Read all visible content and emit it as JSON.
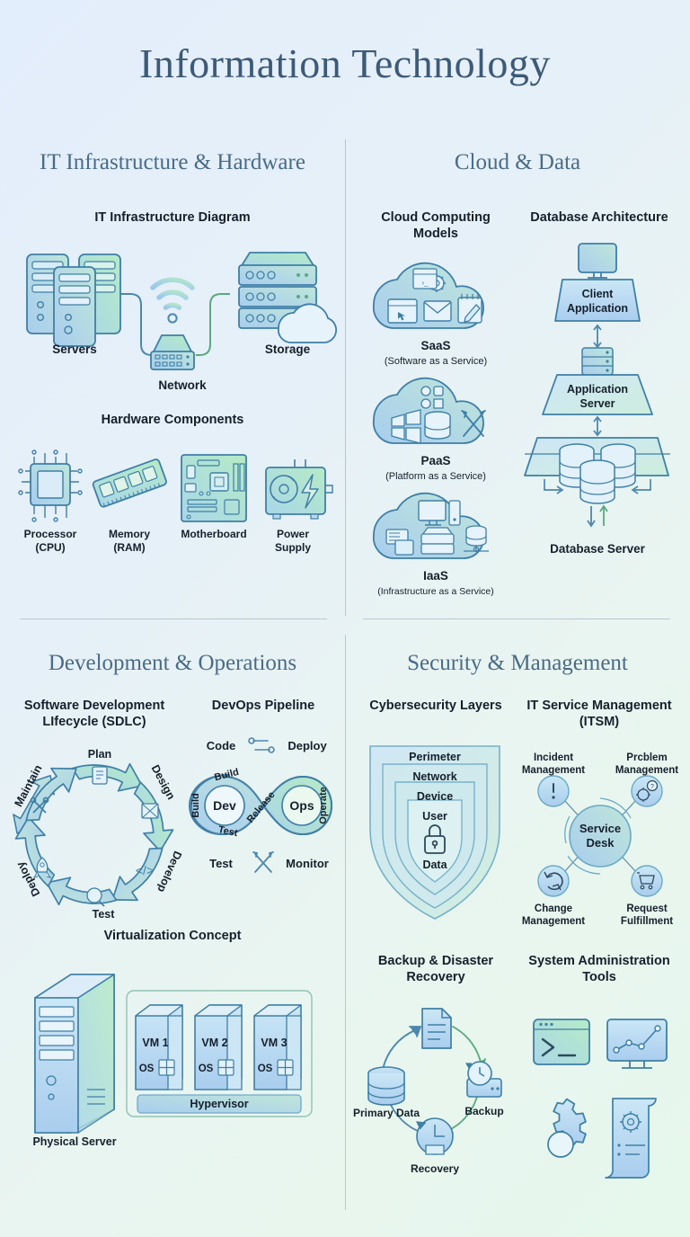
{
  "title": "Information Technology",
  "palette": {
    "bg_start": "#e3eefc",
    "bg_end": "#e6f7ec",
    "ink": "#1b2430",
    "heading": "#3d5a77",
    "section": "#4a6b87",
    "stroke_blue": "#3f7fa6",
    "fill_blue": "#bcd9f0",
    "fill_green": "#bfe9cf",
    "divider": "#b9c6cf"
  },
  "sections": [
    {
      "id": "infrastructure",
      "heading": "IT Infrastructure & Hardware",
      "blocks": [
        {
          "id": "it-infrastructure-diagram",
          "title": "IT Infrastructure Diagram",
          "nodes": [
            {
              "label": "Servers",
              "icon": "server-towers-icon"
            },
            {
              "label": "Network",
              "icon": "network-switch-wifi-icon"
            },
            {
              "label": "Storage",
              "icon": "storage-rack-cloud-icon"
            }
          ]
        },
        {
          "id": "hardware-components",
          "title": "Hardware Components",
          "items": [
            {
              "line1": "Processor",
              "line2": "(CPU)",
              "icon": "cpu-chip-icon"
            },
            {
              "line1": "Memory",
              "line2": "(RAM)",
              "icon": "ram-stick-icon"
            },
            {
              "line1": "Motherboard",
              "line2": "",
              "icon": "motherboard-icon"
            },
            {
              "line1": "Power",
              "line2": "Supply",
              "icon": "power-supply-icon"
            }
          ]
        }
      ]
    },
    {
      "id": "cloud-data",
      "heading": "Cloud & Data",
      "blocks": [
        {
          "id": "cloud-computing-models",
          "title": "Cloud Computing Models",
          "models": [
            {
              "abbr": "SaaS",
              "expansion": "(Software as a Service)",
              "icons": [
                "browser-window-icon",
                "envelope-icon",
                "notepad-pencil-icon",
                "gear-icon"
              ]
            },
            {
              "abbr": "PaaS",
              "expansion": "(Platform as a Service)",
              "icons": [
                "windows-tiles-icon",
                "database-icon",
                "tools-cross-icon",
                "puzzle-icon"
              ]
            },
            {
              "abbr": "IaaS",
              "expansion": "(Infrastructure as a Service)",
              "icons": [
                "monitor-tower-icon",
                "server-card-icon",
                "storage-box-icon",
                "database-network-icon"
              ]
            }
          ]
        },
        {
          "id": "database-architecture",
          "title": "Database Architecture",
          "tiers": [
            {
              "label": "Client Application",
              "icon": "monitor-icon"
            },
            {
              "label": "Application Server",
              "icon": "rack-server-icon"
            },
            {
              "label": "Database Server",
              "icon": "database-cylinders-icon"
            }
          ]
        }
      ]
    },
    {
      "id": "devops",
      "heading": "Development & Operations",
      "blocks": [
        {
          "id": "sdlc",
          "title": "Software Development LIfecycle (SDLC)",
          "stages": [
            {
              "label": "Plan",
              "icon": "clipboard-icon"
            },
            {
              "label": "Design",
              "icon": "design-grid-icon"
            },
            {
              "label": "Develop",
              "icon": "code-brackets-icon"
            },
            {
              "label": "Test",
              "icon": "magnifier-icon"
            },
            {
              "label": "Deploy",
              "icon": "rocket-icon"
            },
            {
              "label": "Maintain",
              "icon": "wrench-screwdriver-icon"
            }
          ]
        },
        {
          "id": "devops-pipeline",
          "title": "DevOps Pipeline",
          "outer_labels": [
            "Code",
            "Deploy",
            "Test",
            "Monitor"
          ],
          "inner_labels": [
            "Build",
            "Build",
            "Test",
            "Release",
            "Operate"
          ],
          "loop_centers": [
            "Dev",
            "Ops"
          ],
          "icons": [
            "wrench-tools-icon",
            "tools-cross-icon"
          ]
        },
        {
          "id": "virtualization",
          "title": "Virtualization Concept",
          "physical_label": "Physical Server",
          "vms": [
            {
              "name": "VM 1",
              "os": "OS"
            },
            {
              "name": "VM 2",
              "os": "OS"
            },
            {
              "name": "VM 3",
              "os": "OS"
            }
          ],
          "hypervisor": "Hypervisor"
        }
      ]
    },
    {
      "id": "security-management",
      "heading": "Security & Management",
      "blocks": [
        {
          "id": "cybersecurity-layers",
          "title": "Cybersecurity Layers",
          "layers": [
            "Perimeter",
            "Network",
            "Device",
            "User",
            "Data"
          ],
          "icon": "padlock-icon"
        },
        {
          "id": "itsm",
          "title": "IT Service Management (ITSM)",
          "hub": "Service Desk",
          "spokes": [
            {
              "line1": "Incident",
              "line2": "Management",
              "icon": "alert-exclamation-icon"
            },
            {
              "line1": "Prcblem",
              "line2": "Management",
              "icon": "gears-question-icon"
            },
            {
              "line1": "Change",
              "line2": "Management",
              "icon": "refresh-cycle-icon"
            },
            {
              "line1": "Request",
              "line2": "Fulfillment",
              "icon": "shopping-cart-icon"
            }
          ]
        },
        {
          "id": "backup-dr",
          "title": "Backup & Disaster Recovery",
          "nodes": [
            {
              "label": "",
              "icon": "document-icon"
            },
            {
              "label": "Backup",
              "icon": "backup-drive-clock-icon"
            },
            {
              "label": "Recovery",
              "icon": "recovery-clock-icon"
            },
            {
              "label": "Primary Data",
              "icon": "database-cylinder-icon"
            }
          ]
        },
        {
          "id": "sysadmin-tools",
          "title": "System Administration Tools",
          "tools": [
            "terminal-icon",
            "monitoring-chart-icon",
            "gear-icon",
            "config-script-icon"
          ]
        }
      ]
    }
  ]
}
